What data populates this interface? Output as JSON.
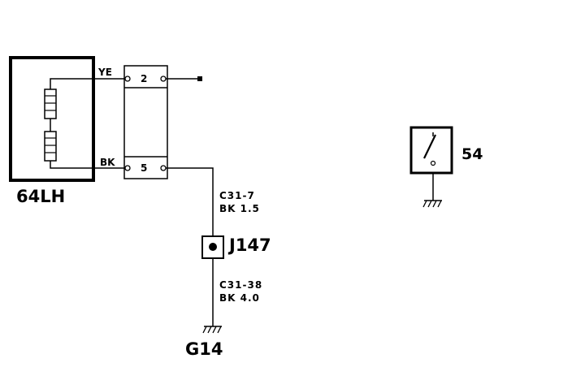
{
  "components": {
    "lamp": {
      "ref": "64LH"
    },
    "splice": {
      "ref": "J147"
    },
    "ground": {
      "ref": "G14"
    },
    "switch": {
      "ref": "54"
    }
  },
  "connector": {
    "pin_top": "2",
    "pin_bottom": "5"
  },
  "wires": {
    "top_color": "YE",
    "bottom_color": "BK",
    "seg1_circuit": "C31-7",
    "seg1_spec": "BK  1.5",
    "seg2_circuit": "C31-38",
    "seg2_spec": "BK  4.0"
  }
}
